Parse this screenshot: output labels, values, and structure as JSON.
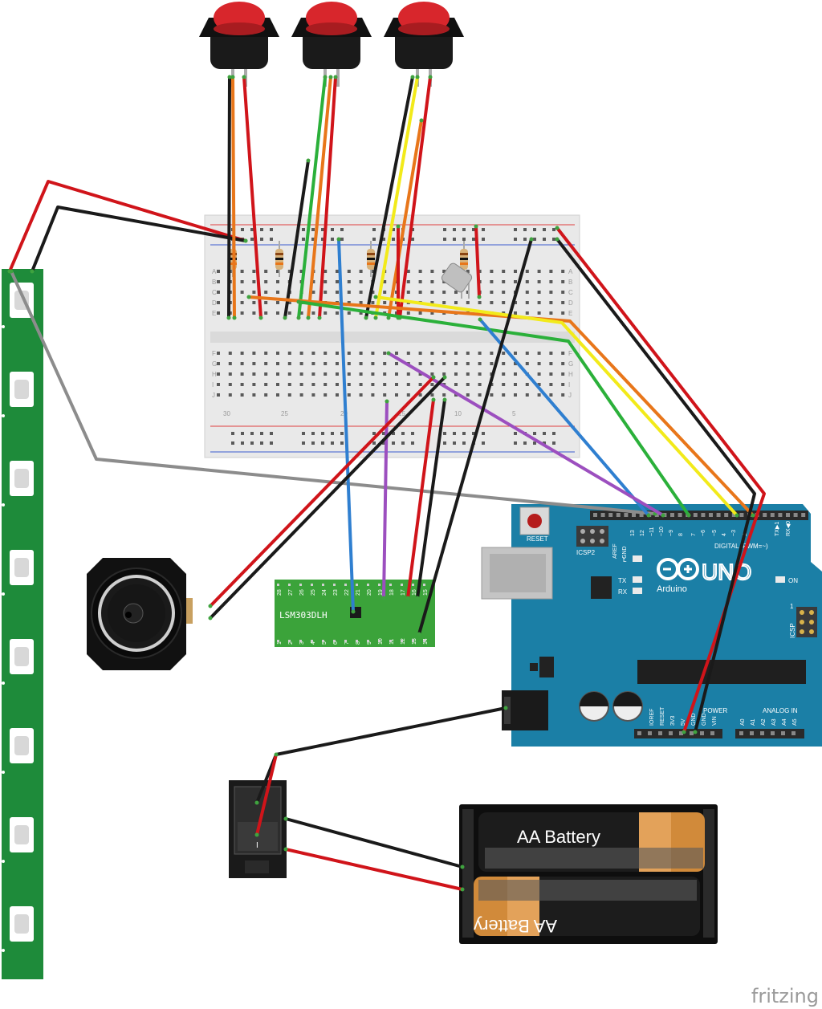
{
  "app": {
    "watermark": "fritzing"
  },
  "arduino": {
    "board_name": "Arduino",
    "logo_text": "UNO",
    "reset_label": "RESET",
    "icsp2_label": "ICSP2",
    "icsp_label": "ICSP",
    "led_l": "L",
    "led_tx": "TX",
    "led_rx": "RX",
    "led_on": "ON",
    "digital_label": "DIGITAL (PWM=~)",
    "power_label": "POWER",
    "analog_label": "ANALOG IN",
    "aref": "AREF",
    "gnd": "GND",
    "digital_pins": [
      "13",
      "12",
      "~11",
      "~10",
      "~9",
      "8",
      "7",
      "~6",
      "~5",
      "4",
      "~3",
      "2",
      "TX▶1",
      "RX◀0"
    ],
    "power_pins": [
      "IOREF",
      "RESET",
      "3V3",
      "5V",
      "GND",
      "GND",
      "VIN"
    ],
    "analog_pins": [
      "A0",
      "A1",
      "A2",
      "A3",
      "A4",
      "A5"
    ],
    "one_label": "1"
  },
  "sensor": {
    "name": "LSM303DLH",
    "top_pins": [
      "28",
      "27",
      "26",
      "25",
      "24",
      "23",
      "22",
      "21",
      "20",
      "19",
      "18",
      "17",
      "16",
      "15"
    ],
    "bottom_pins": [
      "1",
      "2",
      "3",
      "4",
      "5",
      "6",
      "7",
      "8",
      "9",
      "10",
      "11",
      "12",
      "13",
      "14"
    ]
  },
  "breadboard": {
    "row_letters_left": [
      "A",
      "B",
      "C",
      "D",
      "E",
      "F",
      "G",
      "H",
      "I",
      "J"
    ],
    "row_letters_right": [
      "A",
      "B",
      "C",
      "D",
      "E",
      "F",
      "G",
      "H",
      "I",
      "J"
    ],
    "column_numbers": [
      "30",
      "25",
      "20",
      "15",
      "10",
      "5"
    ]
  },
  "battery": {
    "top_label": "AA Battery",
    "bottom_label": "AA Battery"
  },
  "switch": {
    "mark": "I"
  },
  "colors": {
    "arduino": "#1b7fa6",
    "led_strip": "#1e8b3a",
    "breadboard": "#e9e9e9",
    "wire_red": "#d0141a",
    "wire_black": "#1a1a1a",
    "wire_orange": "#e8761a",
    "wire_green": "#2bb03a",
    "wire_yellow": "#f2ea1a",
    "wire_blue": "#2f7fd0",
    "wire_purple": "#9c4fbf",
    "wire_gray": "#8c8c8c",
    "button_red": "#d8262c"
  }
}
